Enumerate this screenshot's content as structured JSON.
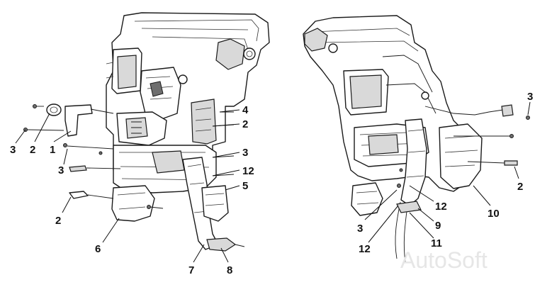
{
  "diagram": {
    "left_view": {
      "callouts": [
        "3",
        "2",
        "1",
        "3",
        "2",
        "6",
        "7",
        "8",
        "4",
        "2",
        "3",
        "12",
        "5"
      ]
    },
    "right_view": {
      "callouts": [
        "3",
        "2",
        "10",
        "12",
        "9",
        "11",
        "3",
        "12"
      ]
    },
    "watermark": "AutoSoft"
  },
  "colors": {
    "line": "#1a1a1a",
    "background": "#ffffff",
    "watermark": "#e6e6e6"
  }
}
